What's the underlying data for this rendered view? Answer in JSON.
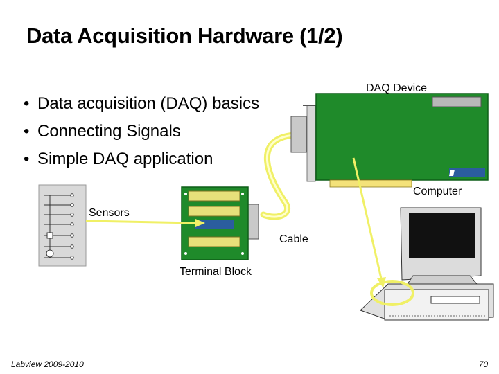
{
  "slide": {
    "title": "Data Acquisition Hardware (1/2)",
    "bullets": [
      "Data acquisition (DAQ) basics",
      "Connecting Signals",
      "Simple DAQ application"
    ]
  },
  "labels": {
    "daq_device": "DAQ Device",
    "computer": "Computer",
    "sensors": "Sensors",
    "cable": "Cable",
    "terminal_block": "Terminal Block"
  },
  "footer": {
    "left": "Labview 2009-2010",
    "page_number": "70"
  },
  "colors": {
    "pcb_green": "#1f8a2a",
    "pcb_dark": "#0f5e18",
    "accent_yellow": "#f0f066",
    "cable_yellow": "#ffff99",
    "connector_gray": "#b8b8b8",
    "sensor_panel": "#d9d9d9"
  }
}
